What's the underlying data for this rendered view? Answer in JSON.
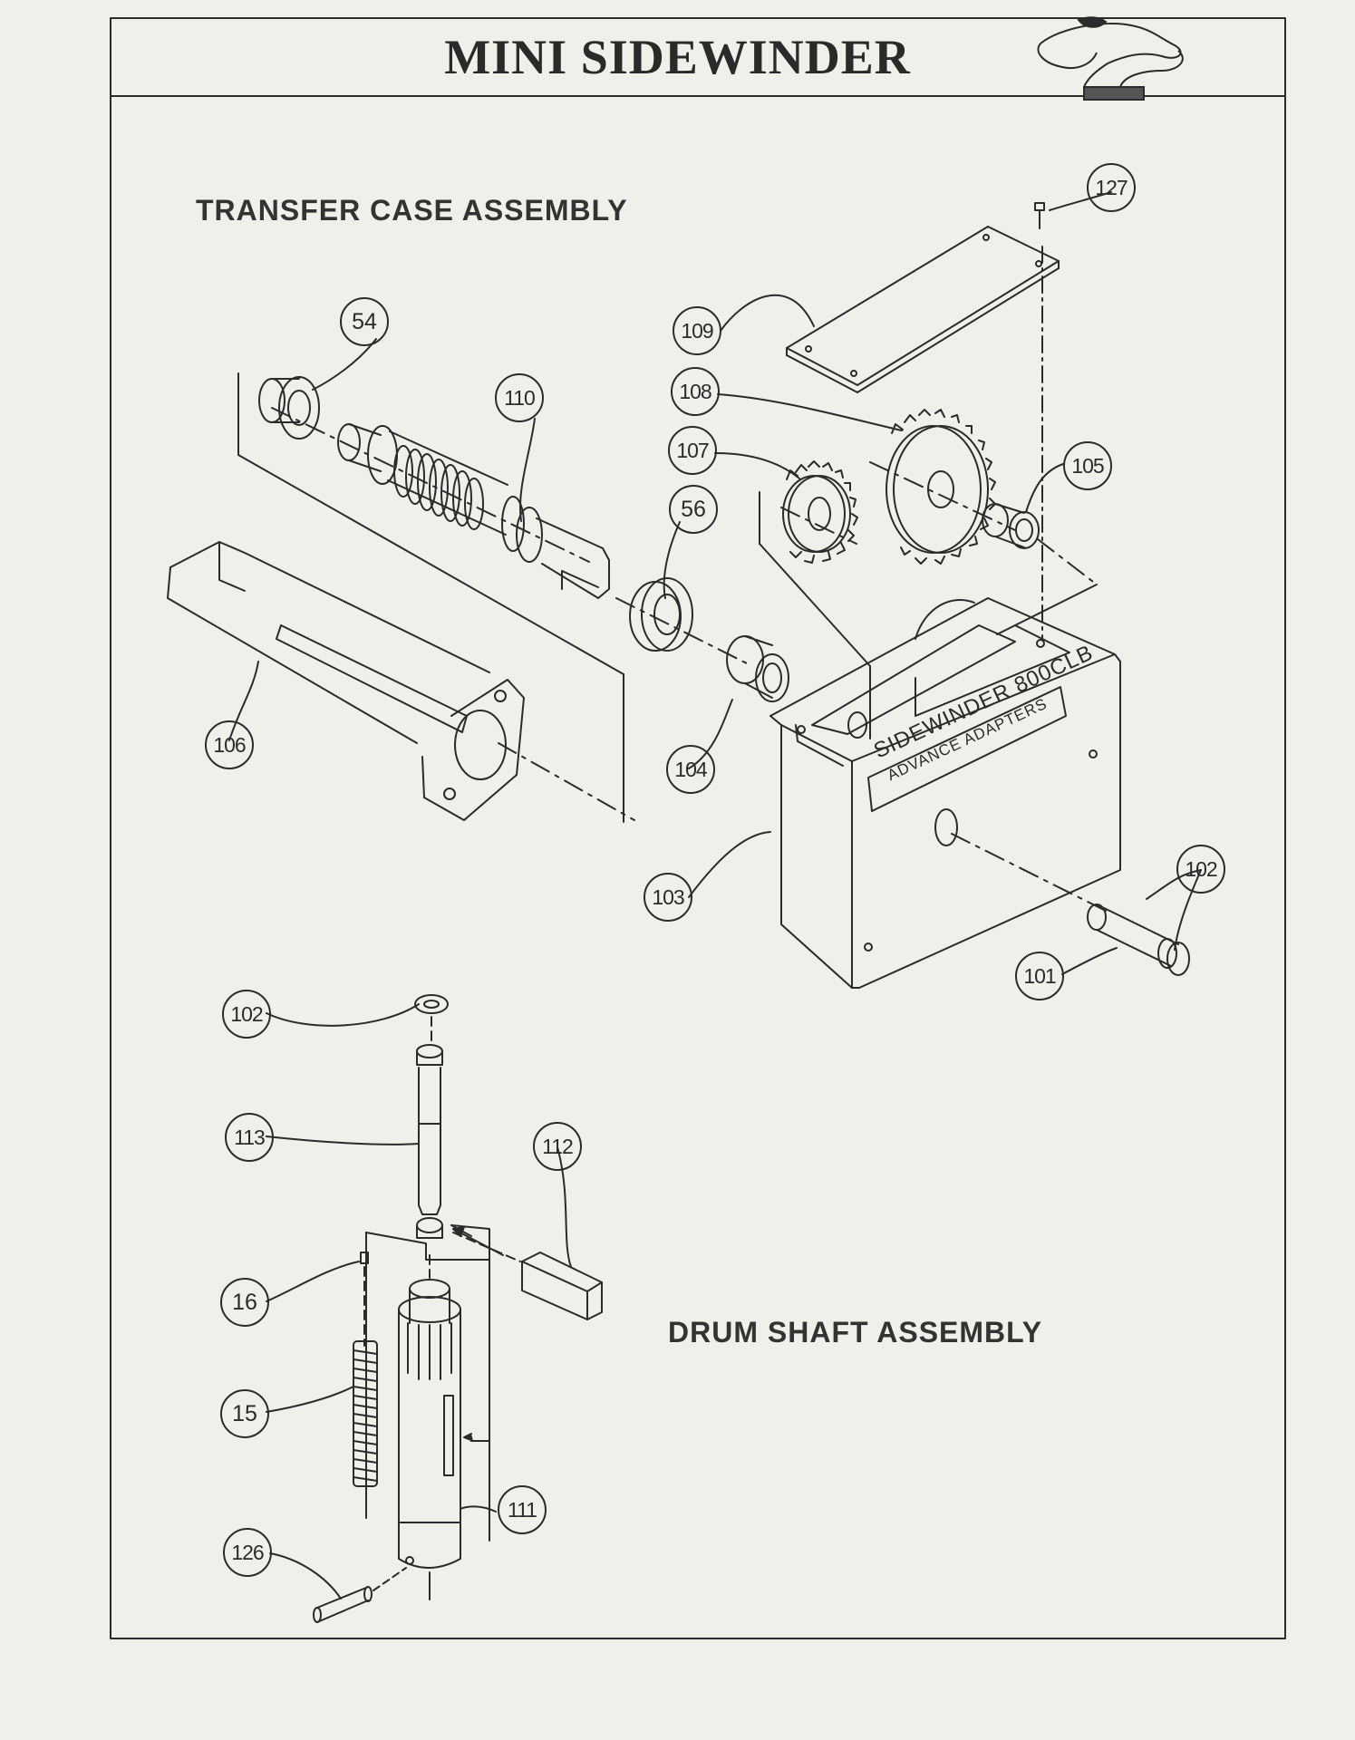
{
  "header": {
    "title": "MINI SIDEWINDER",
    "logo_icon": "cobra-logo-icon"
  },
  "sections": {
    "transfer_case": "TRANSFER CASE ASSEMBLY",
    "drum_shaft": "DRUM SHAFT ASSEMBLY"
  },
  "housing_plate": {
    "line1": "SIDEWINDER 800CLB",
    "line2": "ADVANCE ADAPTERS"
  },
  "callouts": {
    "c127": "127",
    "c54": "54",
    "c109": "109",
    "c108": "108",
    "c110": "110",
    "c107": "107",
    "c105": "105",
    "c56": "56",
    "c106": "106",
    "c104": "104",
    "c103": "103",
    "c102a": "102",
    "c101": "101",
    "c102b": "102",
    "c113": "113",
    "c112": "112",
    "c16": "16",
    "c15": "15",
    "c111": "111",
    "c126": "126"
  },
  "colors": {
    "paper": "#f1efea",
    "ink": "#2b2b2b"
  }
}
